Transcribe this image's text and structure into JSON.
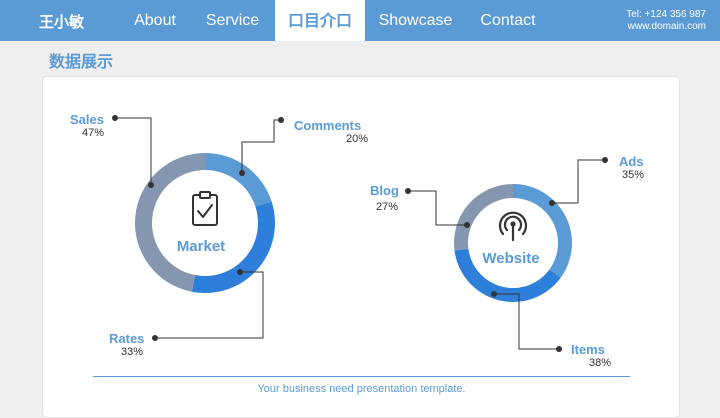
{
  "nav": {
    "brand": "王小敏",
    "items": [
      {
        "label": "About"
      },
      {
        "label": "Service"
      },
      {
        "label": "口目介口"
      },
      {
        "label": "Showcase"
      },
      {
        "label": "Contact"
      }
    ],
    "active_index": 2,
    "contact_phone": "Tel: +124 356 987",
    "contact_site": "www.domain.com"
  },
  "page": {
    "title": "数据展示",
    "footer": "Your business need presentation template."
  },
  "colors": {
    "accent": "#5b9bd5",
    "light_blue": "#5b9bd5",
    "deep_blue": "#2e7fd9",
    "gray_blue": "#8496b0",
    "leader": "#333333"
  },
  "icons": {
    "market": "clipboard-check-icon",
    "website": "antenna-signal-icon"
  },
  "chart_data": [
    {
      "type": "pie",
      "center_label": "Market",
      "slices": [
        {
          "label": "Comments",
          "value": 20,
          "display": "20%"
        },
        {
          "label": "Rates",
          "value": 33,
          "display": "33%"
        },
        {
          "label": "Sales",
          "value": 47,
          "display": "47%"
        }
      ]
    },
    {
      "type": "pie",
      "center_label": "Website",
      "slices": [
        {
          "label": "Ads",
          "value": 35,
          "display": "35%"
        },
        {
          "label": "Items",
          "value": 38,
          "display": "38%"
        },
        {
          "label": "Blog",
          "value": 27,
          "display": "27%"
        }
      ]
    }
  ]
}
